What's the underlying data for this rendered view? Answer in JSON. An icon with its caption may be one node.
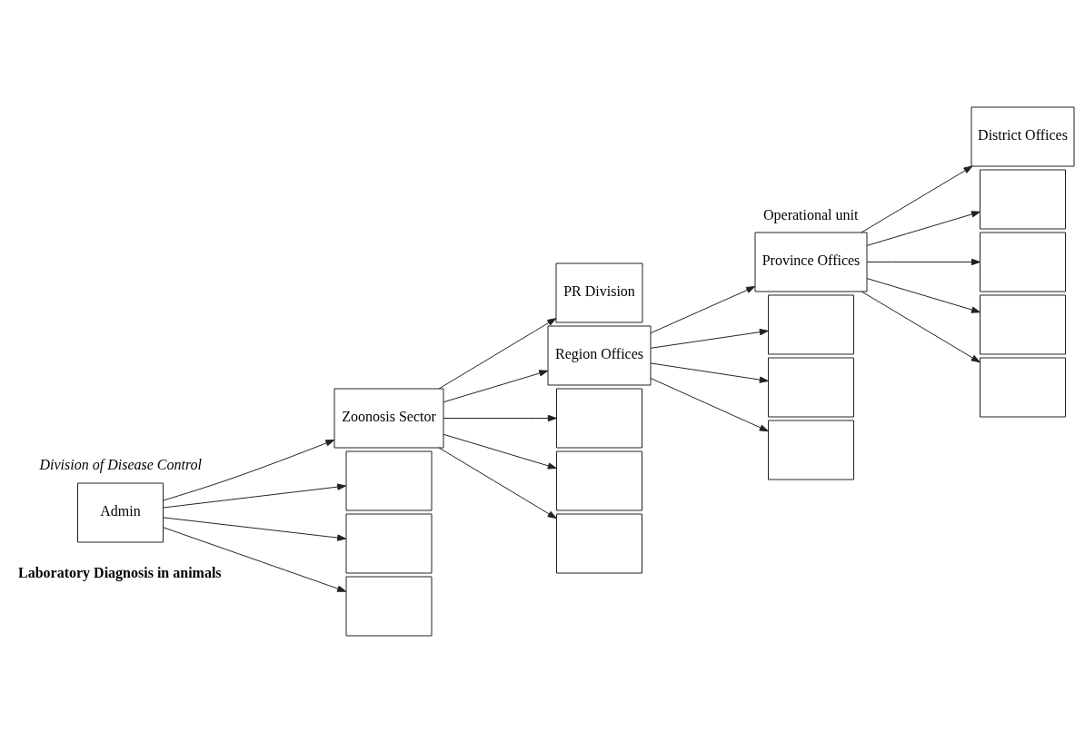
{
  "diagram": {
    "nodes": [
      {
        "text": [
          "PR Division"
        ]
      },
      {
        "text": [
          "Admin"
        ]
      },
      {
        "text": [
          "Zoonosis Sector"
        ]
      },
      {
        "text": [],
        "shape": "box"
      },
      {
        "text": [],
        "shape": "box"
      },
      {
        "text": [],
        "shape": "box"
      },
      {
        "text": [
          "Region Offices"
        ]
      },
      {
        "text": [],
        "shape": "box"
      },
      {
        "text": [],
        "shape": "box"
      },
      {
        "text": [],
        "shape": "box"
      },
      {
        "text": [
          "Province Offices"
        ]
      },
      {
        "text": [],
        "shape": "box"
      },
      {
        "text": [],
        "shape": "box"
      },
      {
        "text": [],
        "shape": "box"
      },
      {
        "text": [
          "District Offices"
        ]
      },
      {
        "text": [],
        "shape": "box"
      },
      {
        "text": [],
        "shape": "box"
      },
      {
        "text": [],
        "shape": "box"
      },
      {
        "text": [],
        "shape": "box"
      }
    ],
    "edges": [
      {
        "from": 1,
        "to": 2,
        "arrow": "to"
      },
      {
        "from": 1,
        "to": 3,
        "arrow": "to"
      },
      {
        "from": 1,
        "to": 4,
        "arrow": "to"
      },
      {
        "from": 1,
        "to": 5,
        "arrow": "to"
      },
      {
        "from": 2,
        "to": 0,
        "arrow": "to"
      },
      {
        "from": 2,
        "to": 6,
        "arrow": "to"
      },
      {
        "from": 2,
        "to": 7,
        "arrow": "to"
      },
      {
        "from": 2,
        "to": 8,
        "arrow": "to"
      },
      {
        "from": 2,
        "to": 9,
        "arrow": "to"
      },
      {
        "from": 6,
        "to": 10,
        "arrow": "to"
      },
      {
        "from": 6,
        "to": 11,
        "arrow": "to"
      },
      {
        "from": 6,
        "to": 12,
        "arrow": "to"
      },
      {
        "from": 6,
        "to": 13,
        "arrow": "to"
      },
      {
        "from": 10,
        "to": 14,
        "arrow": "to"
      },
      {
        "from": 10,
        "to": 15,
        "arrow": "to"
      },
      {
        "from": 10,
        "to": 16,
        "arrow": "to"
      },
      {
        "from": 10,
        "to": 17,
        "arrow": "to"
      },
      {
        "from": 10,
        "to": 18,
        "arrow": "to"
      }
    ],
    "labels": [
      "Division of Disease Control",
      "Operational unit",
      "Laboratory Diagnosis in animals"
    ]
  }
}
